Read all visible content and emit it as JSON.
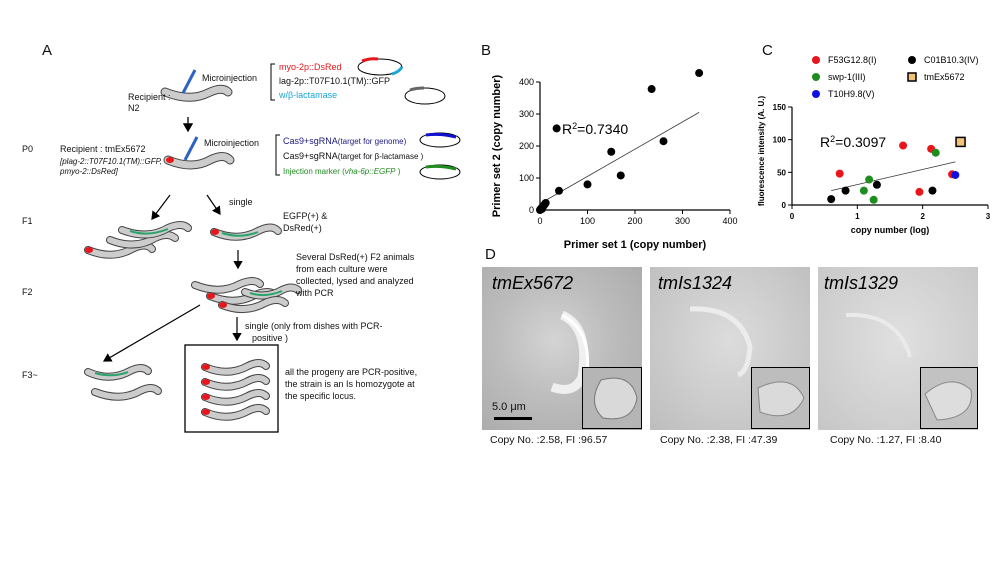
{
  "panel_labels": {
    "a": "A",
    "b": "B",
    "c": "C",
    "d": "D"
  },
  "panel_a": {
    "recipient1": "Recipient :",
    "recipient1_strain": "N2",
    "microinjection1": "Microinjection",
    "plasmid1": "myo-2p::DsRed",
    "plasmid2": "lag-2p::T07F10.1(TM)::GFP",
    "plasmid3": "w/β-lactamase",
    "p0": "P0",
    "recipient2": "Recipient : tmEx5672",
    "recipient2_geno1": "[plag-2::T07F10.1(TM)::GFP,",
    "recipient2_geno2": "pmyo-2::DsRed]",
    "microinjection2": "Microinjection",
    "cas1_main": "Cas9+sgRNA",
    "cas1_sub": "(target for genome)",
    "cas2_main": "Cas9+sgRNA",
    "cas2_sub": "(target for β-lactamase )",
    "marker_text": "Injection marker (",
    "marker_it": "vha-6p::EGFP",
    "marker_end": " )",
    "f1": "F1",
    "single1": "single",
    "egfp": "EGFP(+) &",
    "dsred": "DsRed(+)",
    "f2": "F2",
    "f2_note1": "Several DsRed(+) F2 animals",
    "f2_note2": "from each culture were",
    "f2_note3": "collected, lysed and analyzed",
    "f2_note4": "with PCR",
    "single2a": "single (only from dishes with PCR-",
    "single2b": "positive )",
    "f3": "F3~",
    "f3_note1": "all the progeny are PCR-positive,",
    "f3_note2": "the strain is an Is homozygote at",
    "f3_note3": "the specific locus."
  },
  "panel_d": {
    "images": [
      {
        "label": "tmEx5672",
        "caption": "Copy No. :2.58, FI :96.57"
      },
      {
        "label": "tmIs1324",
        "caption": "Copy No. :2.38, FI :47.39"
      },
      {
        "label": "tmIs1329",
        "caption": "Copy No. :1.27, FI :8.40"
      }
    ],
    "scalebar": "5.0 μm"
  },
  "chart_data": [
    {
      "type": "scatter",
      "title": "",
      "xlabel": "Primer set 1 (copy number)",
      "ylabel": "Primer set 2 (copy number)",
      "xlim": [
        0,
        400
      ],
      "ylim": [
        0,
        400
      ],
      "xticks": [
        "0",
        "100",
        "200",
        "300",
        "400"
      ],
      "yticks": [
        "0",
        "100",
        "200",
        "300",
        "400"
      ],
      "annotation": "R²=0.7340",
      "trendline": [
        [
          0,
          20
        ],
        [
          335,
          305
        ]
      ],
      "x": [
        0,
        1,
        2,
        3,
        4,
        5,
        6,
        8,
        10,
        12,
        35,
        40,
        100,
        150,
        170,
        235,
        260,
        335
      ],
      "y": [
        0,
        2,
        4,
        6,
        3,
        8,
        10,
        14,
        18,
        22,
        255,
        60,
        80,
        182,
        108,
        378,
        215,
        428
      ]
    },
    {
      "type": "scatter",
      "title": "",
      "xlabel": "copy number (log)",
      "ylabel": "fluorescence intensity (A. U.)",
      "xlim": [
        0,
        3
      ],
      "ylim": [
        0,
        150
      ],
      "xticks": [
        "0",
        "1",
        "2",
        "3"
      ],
      "yticks": [
        "0",
        "50",
        "100",
        "150"
      ],
      "annotation": "R²=0.3097",
      "trendline": [
        [
          0.6,
          22
        ],
        [
          2.5,
          66
        ]
      ],
      "legend_position": "top",
      "series": [
        {
          "name": "F53G12.8(I)",
          "color": "#e8161b",
          "x": [
            0.73,
            1.7,
            2.13,
            2.45,
            1.95
          ],
          "y": [
            48,
            91,
            86,
            47,
            20
          ]
        },
        {
          "name": "C01B10.3(IV)",
          "color": "#000000",
          "x": [
            0.6,
            0.82,
            1.3,
            2.15
          ],
          "y": [
            9,
            22,
            31,
            22
          ]
        },
        {
          "name": "swp-1(III)",
          "color": "#1f8c1f",
          "x": [
            1.1,
            1.18,
            1.25,
            2.2
          ],
          "y": [
            22,
            39,
            8,
            80
          ]
        },
        {
          "name": "tmEx5672",
          "color": "#f5c27a",
          "x": [
            2.58
          ],
          "y": [
            96.57
          ]
        },
        {
          "name": "T10H9.8(V)",
          "color": "#1010e0",
          "x": [
            2.5
          ],
          "y": [
            46
          ]
        }
      ]
    }
  ]
}
